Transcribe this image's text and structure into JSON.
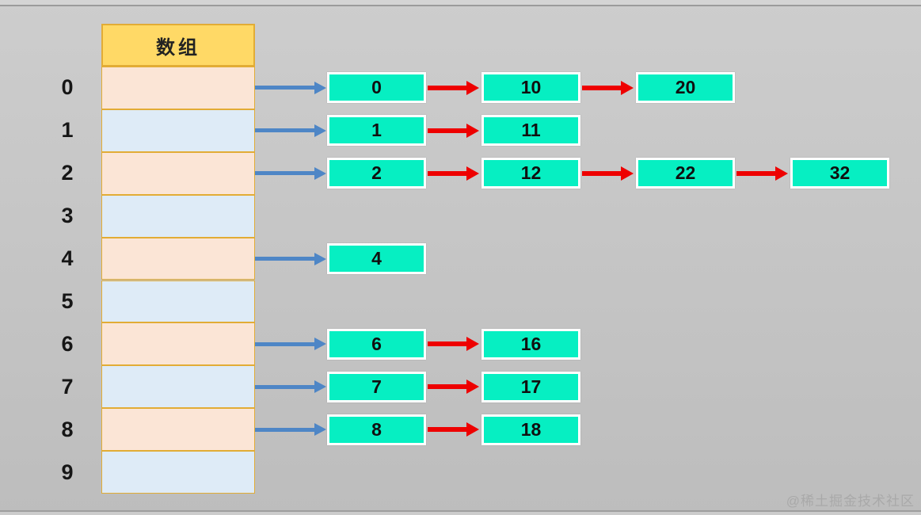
{
  "diagram": {
    "title": "数组",
    "watermark": "@稀土掘金技术社区",
    "structure": "hash-table-with-chaining",
    "buckets": [
      {
        "index": "0",
        "chain": [
          "0",
          "10",
          "20"
        ]
      },
      {
        "index": "1",
        "chain": [
          "1",
          "11"
        ]
      },
      {
        "index": "2",
        "chain": [
          "2",
          "12",
          "22",
          "32"
        ]
      },
      {
        "index": "3",
        "chain": []
      },
      {
        "index": "4",
        "chain": [
          "4"
        ]
      },
      {
        "index": "5",
        "chain": []
      },
      {
        "index": "6",
        "chain": [
          "6",
          "16"
        ]
      },
      {
        "index": "7",
        "chain": [
          "7",
          "17"
        ]
      },
      {
        "index": "8",
        "chain": [
          "8",
          "18"
        ]
      },
      {
        "index": "9",
        "chain": []
      }
    ],
    "colors": {
      "background_top": "#CDCDCD",
      "background_bottom": "#BDBDBD",
      "header_fill": "#FFD966",
      "cell_border": "#E2AC35",
      "cell_even": "#FBE5D6",
      "cell_odd": "#DEEBF7",
      "node_fill": "#06EFC2",
      "node_border": "#FFFFFF",
      "bucket_arrow": "#4E86C6",
      "chain_arrow": "#EE0000",
      "watermark_color": "#A9A9A9"
    }
  }
}
